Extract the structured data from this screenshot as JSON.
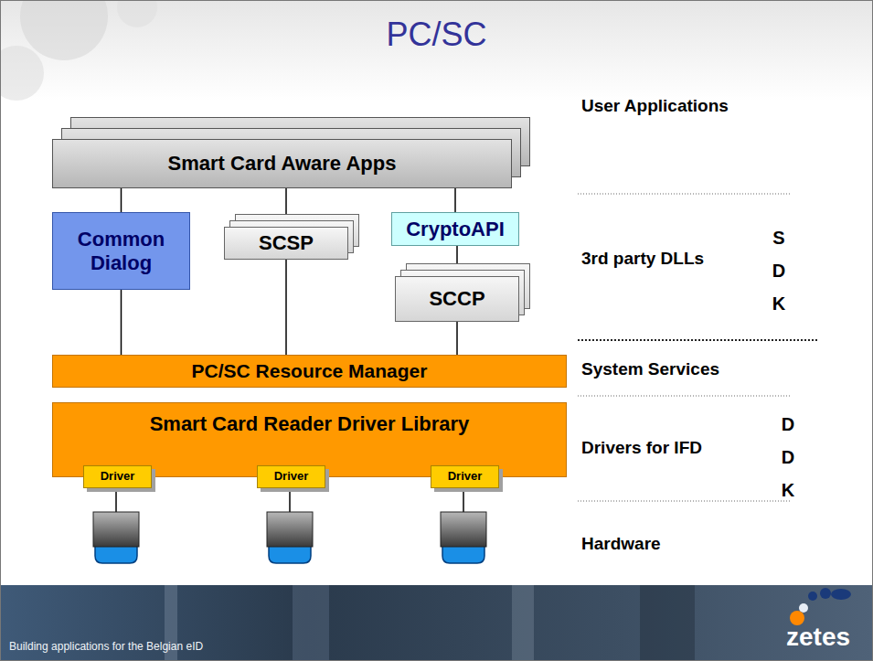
{
  "diagram": {
    "title": "PC/SC",
    "nodes": [
      {
        "text": [
          "Smart Card Aware Apps"
        ]
      },
      {
        "text": [
          "Common Dialog"
        ]
      },
      {
        "text": [
          "SCSP"
        ]
      },
      {
        "text": [
          "CryptoAPI"
        ]
      },
      {
        "text": [
          "SCCP"
        ]
      },
      {
        "text": [
          "PC/SC Resource Manager"
        ]
      },
      {
        "text": [
          "Smart Card Reader Driver Library"
        ]
      },
      {
        "text": [
          "Driver"
        ],
        "in": 6
      },
      {
        "text": [
          "Driver"
        ],
        "in": 6
      },
      {
        "text": [
          "Driver"
        ],
        "in": 6
      }
    ],
    "edges": [
      {
        "from": 0,
        "to": 1,
        "arrow": "none"
      },
      {
        "from": 0,
        "to": 2,
        "arrow": "none"
      },
      {
        "from": 0,
        "to": 3,
        "arrow": "none"
      },
      {
        "from": 3,
        "to": 4,
        "arrow": "none"
      },
      {
        "from": 1,
        "to": 5,
        "arrow": "none"
      },
      {
        "from": 2,
        "to": 5,
        "arrow": "none"
      },
      {
        "from": 4,
        "to": 5,
        "arrow": "none"
      }
    ],
    "labels": [
      "User Applications",
      "3rd party DLLs",
      "SDK",
      "System Services",
      "Drivers for IFD",
      "DDK",
      "Hardware",
      "Building applications for the Belgian eID",
      "zetes"
    ]
  }
}
